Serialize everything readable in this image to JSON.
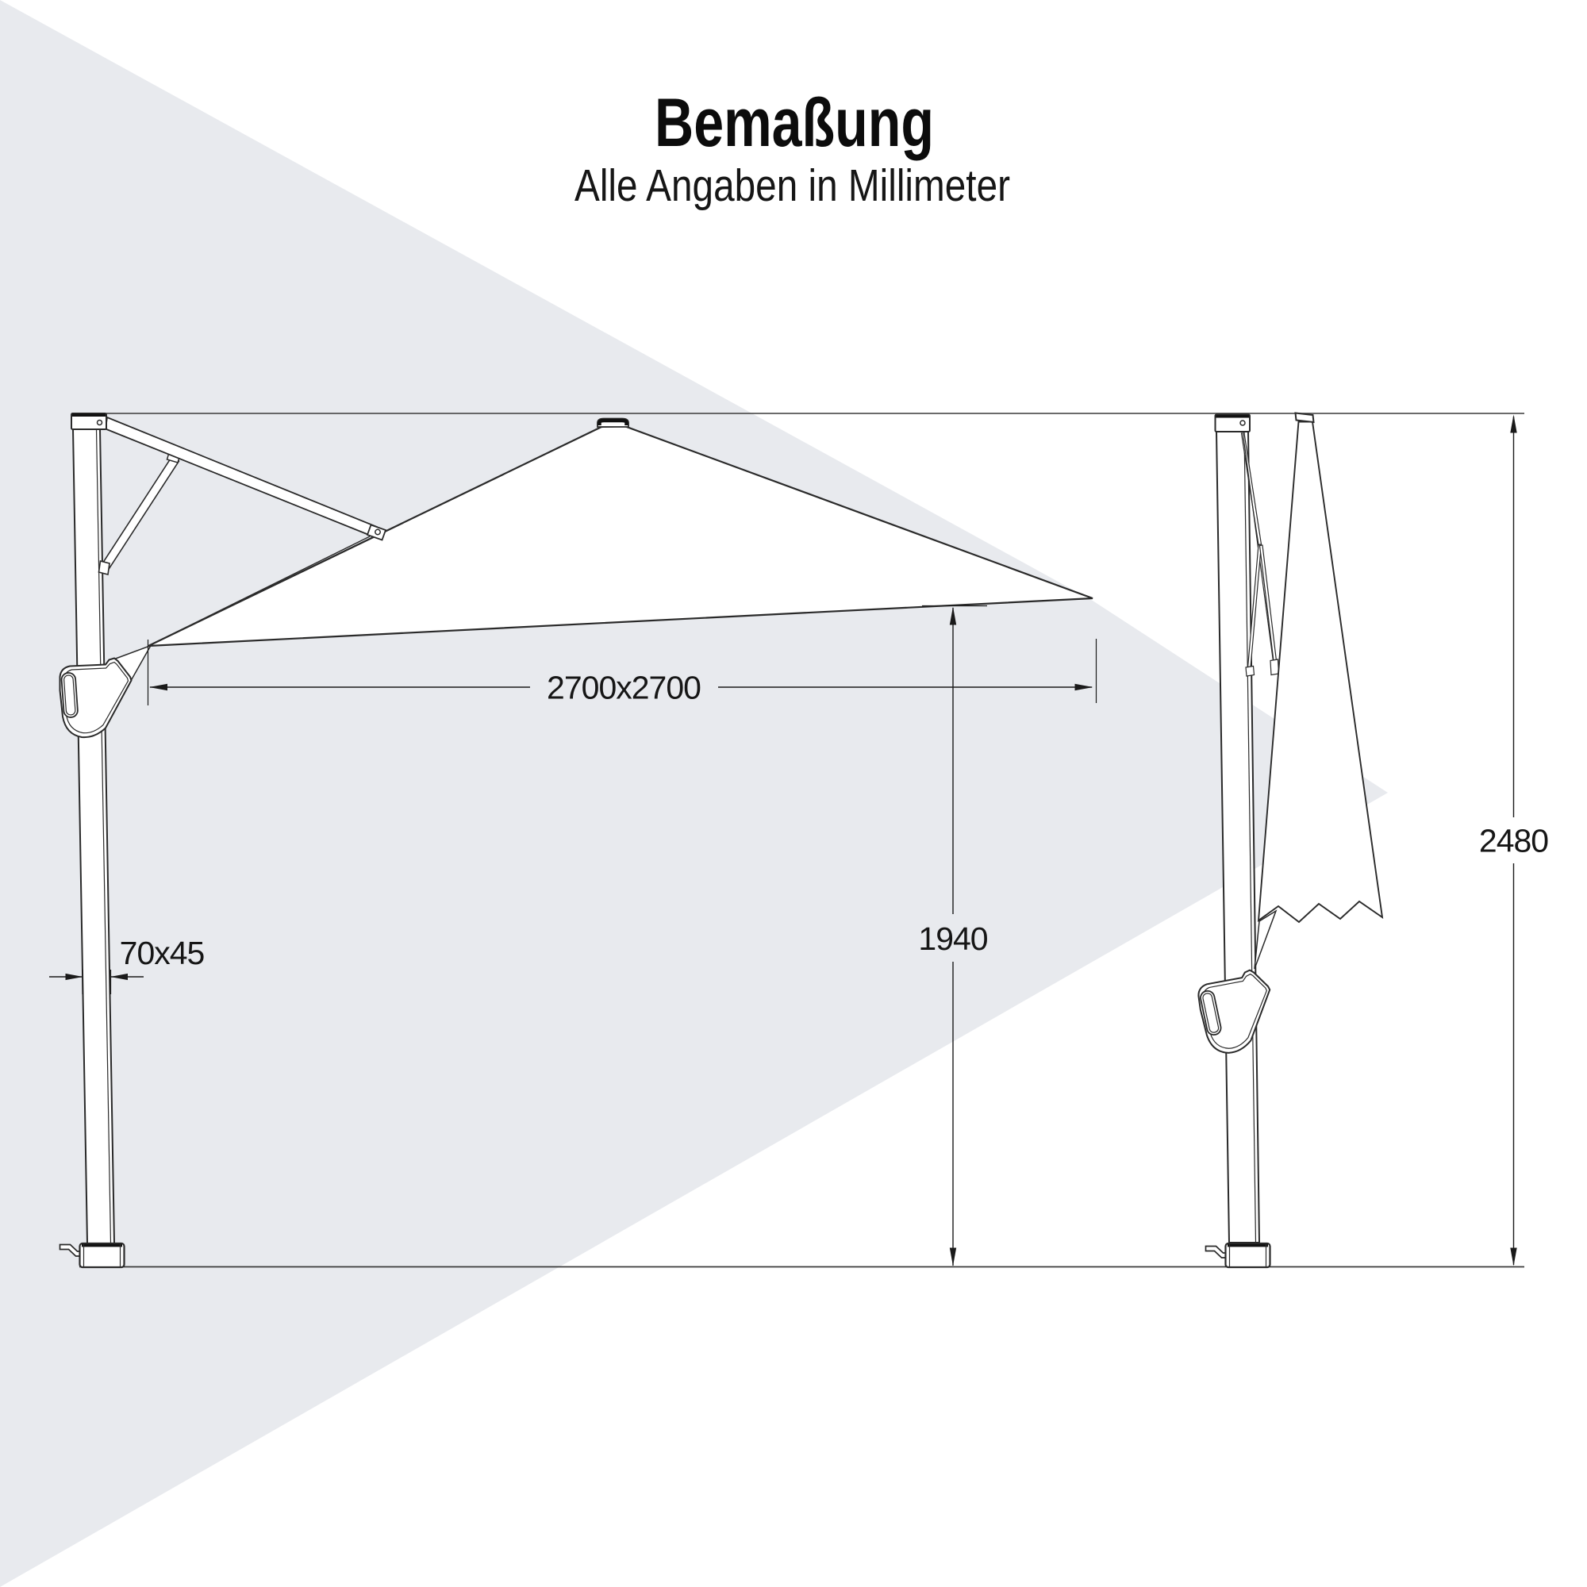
{
  "header": {
    "title": "Bemaßung",
    "subtitle": "Alle Angaben in Millimeter"
  },
  "dimensions": {
    "canopy_size": "2700x2700",
    "pole_cross_section": "70x45",
    "clearance_height": "1940",
    "total_height": "2480"
  },
  "units": "Millimeter",
  "colors": {
    "background": "#ffffff",
    "watermark_gray": "#e8eaee",
    "outline": "#2a2a2a",
    "dimension_line": "#1a1a1a",
    "title_text": "#0c0c0c"
  }
}
